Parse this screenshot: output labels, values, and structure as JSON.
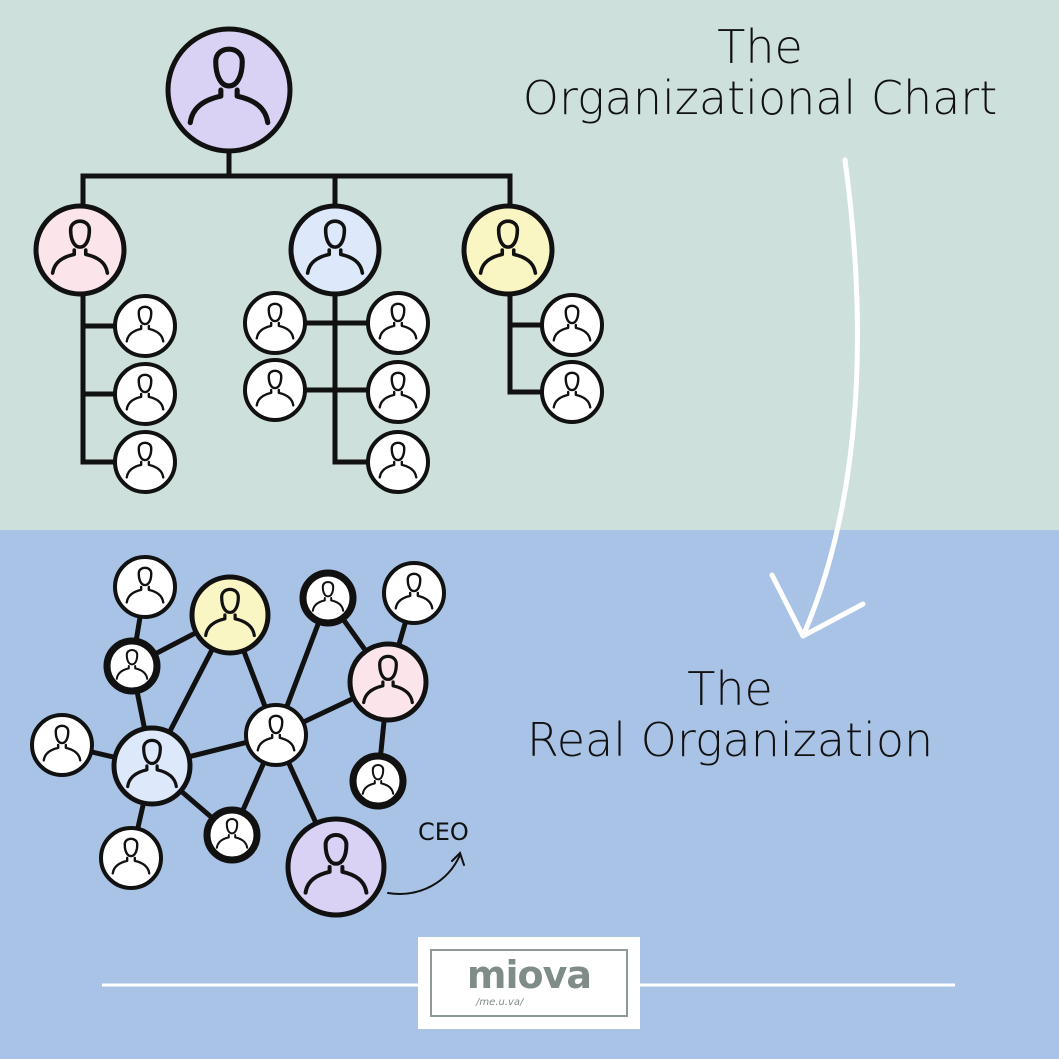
{
  "top_title": {
    "line1": "The",
    "line2": "Organizational Chart"
  },
  "bottom_title": {
    "line1": "The",
    "line2": "Real Organization"
  },
  "ceo_label": "CEO",
  "logo": {
    "word": "miova",
    "pronunciation": "/me.u.va/"
  },
  "colors": {
    "top_background": "#cde0db",
    "bottom_background": "#a9c3e6",
    "purple": "#d9d2f4",
    "pink": "#fbe4ea",
    "light_blue": "#dde9fa",
    "yellow": "#faf6c3",
    "white": "#ffffff",
    "dark": "#111111"
  },
  "icons": [
    "person-icon",
    "curved-arrow-icon"
  ]
}
